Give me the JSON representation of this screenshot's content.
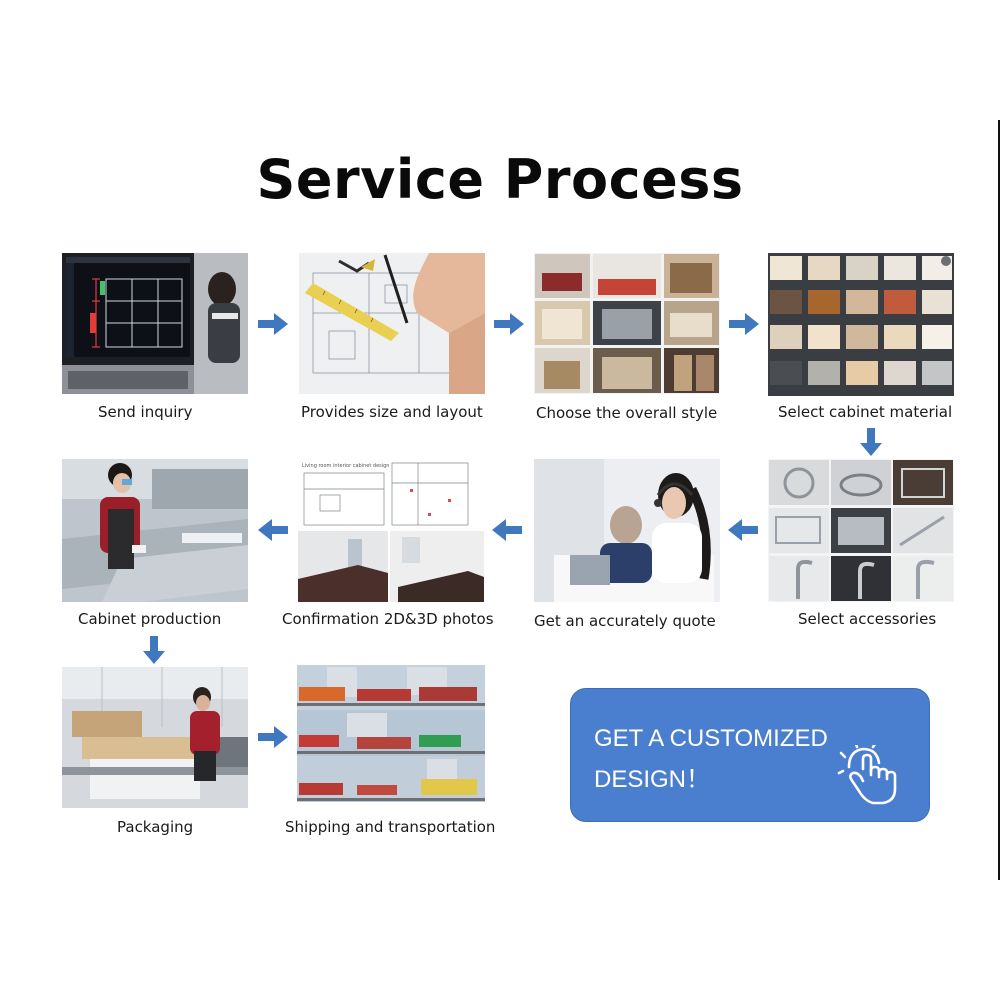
{
  "title": "Service Process",
  "steps": [
    {
      "label": "Send inquiry",
      "icon": "cad-monitor-photo"
    },
    {
      "label": "Provides size and layout",
      "icon": "drawing-plan-photo"
    },
    {
      "label": "Choose the overall style",
      "icon": "interior-styles-photo"
    },
    {
      "label": "Select cabinet material",
      "icon": "material-swatches-photo"
    },
    {
      "label": "Select accessories",
      "icon": "accessories-grid-photo"
    },
    {
      "label": "Get an accurately quote",
      "icon": "customer-service-photo"
    },
    {
      "label": "Confirmation 2D&3D photos",
      "icon": "design-render-photo"
    },
    {
      "label": "Cabinet production",
      "icon": "factory-worker-photo"
    },
    {
      "label": "Packaging",
      "icon": "packaging-line-photo"
    },
    {
      "label": "Shipping and transportation",
      "icon": "container-trucks-photo"
    }
  ],
  "drawing_caption": "Living room interior cabinet design",
  "cta": {
    "line1": "GET A CUSTOMIZED",
    "line2": "DESIGN！",
    "icon": "tap-hand-icon"
  },
  "colors": {
    "arrow": "#3f78bf",
    "cta_bg": "#4a7fcf",
    "cta_text": "#ffffff",
    "title": "#0a0a0a"
  }
}
